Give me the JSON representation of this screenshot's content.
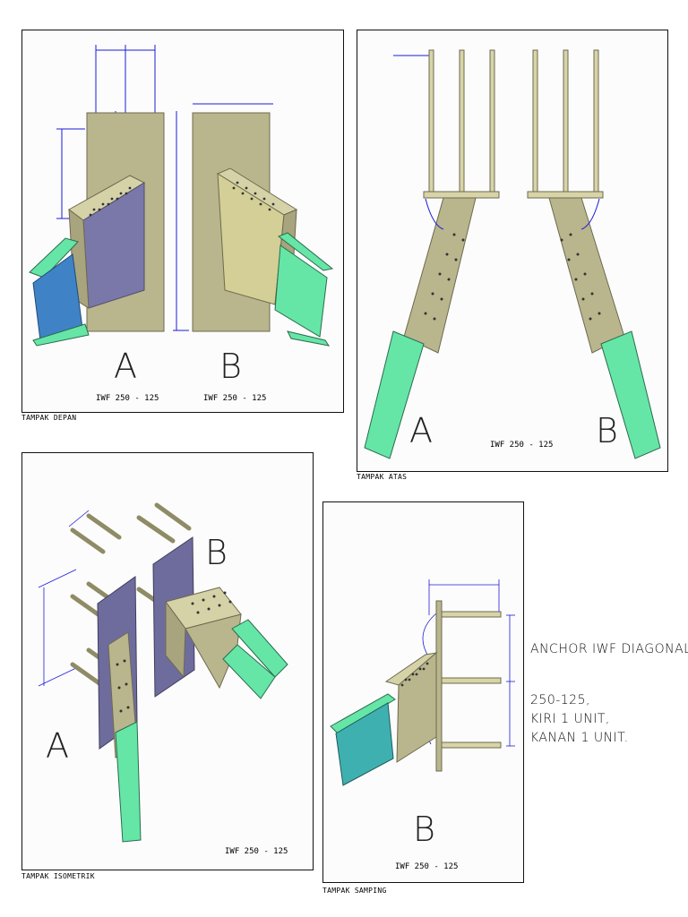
{
  "views": {
    "front": {
      "caption": "TAMPAK DEPAN",
      "label_a": "A",
      "label_b": "B",
      "profile_a": "IWF 250 - 125",
      "profile_b": "IWF 250 - 125"
    },
    "top": {
      "caption": "TAMPAK ATAS",
      "label_a": "A",
      "label_b": "B",
      "profile": "IWF 250 - 125"
    },
    "isometric": {
      "caption": "TAMPAK ISOMETRIK",
      "label_a": "A",
      "label_b": "B",
      "profile": "IWF 250 - 125"
    },
    "side": {
      "caption": "TAMPAK SAMPING",
      "label_b": "B",
      "profile": "IWF 250 - 125"
    }
  },
  "notes": {
    "title": "ANCHOR IWF DIAGONAL",
    "spec": "250-125,",
    "left_count": "KIRI 1 UNIT,",
    "right_count": "KANAN 1 UNIT."
  },
  "colors": {
    "plate": "#b9b58d",
    "plate_edge": "#6d6a4f",
    "beam_green": "#66e6a6",
    "beam_blue": "#3f83c6",
    "purple_plate": "#7b78a8",
    "dimension": "#1c1cd8"
  }
}
